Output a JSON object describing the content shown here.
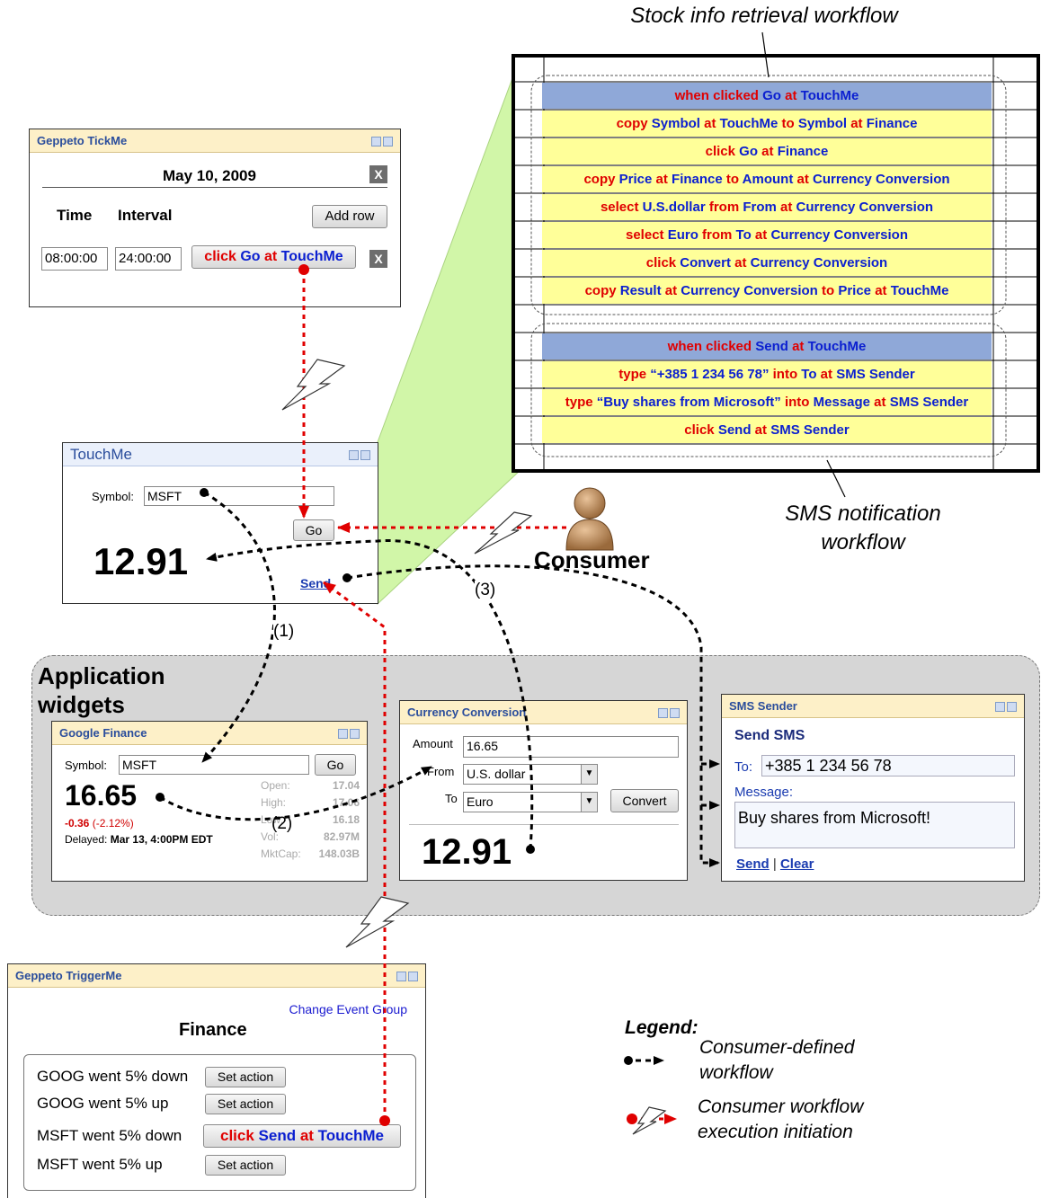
{
  "captions": {
    "stock_workflow": "Stock info retrieval workflow",
    "sms_workflow_line1": "SMS notification",
    "sms_workflow_line2": "workflow",
    "app_widgets_line1": "Application",
    "app_widgets_line2": "widgets",
    "consumer": "Consumer",
    "step1": "(1)",
    "step2": "(2)",
    "step3": "(3)"
  },
  "workflow_rows": [
    {
      "parts": [
        [
          "when clicked ",
          "r"
        ],
        [
          "Go",
          "b"
        ],
        [
          " at ",
          "r"
        ],
        [
          "TouchMe",
          "b"
        ]
      ]
    },
    {
      "parts": [
        [
          "copy ",
          "r"
        ],
        [
          "Symbol",
          "b"
        ],
        [
          " at ",
          "r"
        ],
        [
          "TouchMe",
          "b"
        ],
        [
          " to ",
          "r"
        ],
        [
          "Symbol",
          "b"
        ],
        [
          " at ",
          "r"
        ],
        [
          "Finance",
          "b"
        ]
      ]
    },
    {
      "parts": [
        [
          "click ",
          "r"
        ],
        [
          "Go",
          "b"
        ],
        [
          " at ",
          "r"
        ],
        [
          "Finance",
          "b"
        ]
      ]
    },
    {
      "parts": [
        [
          "copy ",
          "r"
        ],
        [
          "Price",
          "b"
        ],
        [
          " at ",
          "r"
        ],
        [
          "Finance",
          "b"
        ],
        [
          " to ",
          "r"
        ],
        [
          "Amount",
          "b"
        ],
        [
          " at ",
          "r"
        ],
        [
          "Currency Conversion",
          "b"
        ]
      ]
    },
    {
      "parts": [
        [
          "select ",
          "r"
        ],
        [
          "U.S.dollar",
          "b"
        ],
        [
          " from ",
          "r"
        ],
        [
          "From",
          "b"
        ],
        [
          " at ",
          "r"
        ],
        [
          "Currency Conversion",
          "b"
        ]
      ]
    },
    {
      "parts": [
        [
          "select ",
          "r"
        ],
        [
          "Euro",
          "b"
        ],
        [
          " from ",
          "r"
        ],
        [
          "To",
          "b"
        ],
        [
          " at ",
          "r"
        ],
        [
          "Currency Conversion",
          "b"
        ]
      ]
    },
    {
      "parts": [
        [
          "click ",
          "r"
        ],
        [
          "Convert",
          "b"
        ],
        [
          " at ",
          "r"
        ],
        [
          "Currency Conversion",
          "b"
        ]
      ]
    },
    {
      "parts": [
        [
          "copy ",
          "r"
        ],
        [
          "Result",
          "b"
        ],
        [
          " at ",
          "r"
        ],
        [
          "Currency Conversion",
          "b"
        ],
        [
          " to ",
          "r"
        ],
        [
          "Price",
          "b"
        ],
        [
          " at ",
          "r"
        ],
        [
          "TouchMe",
          "b"
        ]
      ]
    },
    {
      "parts": []
    },
    {
      "parts": [
        [
          "when clicked ",
          "r"
        ],
        [
          "Send",
          "b"
        ],
        [
          " at ",
          "r"
        ],
        [
          "TouchMe",
          "b"
        ]
      ]
    },
    {
      "parts": [
        [
          "type ",
          "r"
        ],
        [
          "“+385 1 234 56 78”",
          "b"
        ],
        [
          " into ",
          "r"
        ],
        [
          "To",
          "b"
        ],
        [
          " at ",
          "r"
        ],
        [
          "SMS Sender",
          "b"
        ]
      ]
    },
    {
      "parts": [
        [
          "type ",
          "r"
        ],
        [
          "“Buy shares from Microsoft”",
          "b"
        ],
        [
          " into ",
          "r"
        ],
        [
          "Message",
          "b"
        ],
        [
          " at ",
          "r"
        ],
        [
          "SMS Sender",
          "b"
        ]
      ]
    },
    {
      "parts": [
        [
          "click ",
          "r"
        ],
        [
          "Send",
          "b"
        ],
        [
          " at ",
          "r"
        ],
        [
          "SMS Sender",
          "b"
        ]
      ]
    }
  ],
  "tickme": {
    "title": "Geppeto TickMe",
    "date": "May 10, 2009",
    "col_time": "Time",
    "col_interval": "Interval",
    "add_row": "Add row",
    "time_value": "08:00:00",
    "interval_value": "24:00:00",
    "action_click": "click ",
    "action_go": "Go",
    "action_at": " at ",
    "action_target": "TouchMe",
    "x": "X"
  },
  "touchme": {
    "title": "TouchMe",
    "symbol_label": "Symbol:",
    "symbol_value": "MSFT",
    "go": "Go",
    "price": "12.91",
    "send": "Send"
  },
  "finance": {
    "title": "Google Finance",
    "symbol_label": "Symbol:",
    "symbol_value": "MSFT",
    "go": "Go",
    "price": "16.65",
    "change": "-0.36",
    "change_pct": "(-2.12%)",
    "delayed_label": "Delayed:",
    "delayed_value": "Mar 13, 4:00PM EDT",
    "stats": [
      {
        "label": "Open:",
        "value": "17.04"
      },
      {
        "label": "High:",
        "value": "17.06"
      },
      {
        "label": "Low:",
        "value": "16.18"
      },
      {
        "label": "Vol:",
        "value": "82.97M"
      },
      {
        "label": "MktCap:",
        "value": "148.03B"
      }
    ]
  },
  "currency": {
    "title": "Currency Conversion",
    "amount_label": "Amount",
    "amount_value": "16.65",
    "from_label": "From",
    "from_value": "U.S. dollar",
    "to_label": "To",
    "to_value": "Euro",
    "convert": "Convert",
    "result": "12.91"
  },
  "sms": {
    "title": "SMS Sender",
    "heading": "Send SMS",
    "to_label": "To:",
    "to_value": "+385 1 234 56 78",
    "message_label": "Message:",
    "message_value": "Buy shares from Microsoft!",
    "send": "Send",
    "sep": "|",
    "clear": "Clear"
  },
  "triggerme": {
    "title": "Geppeto TriggerMe",
    "change_group": "Change Event Group",
    "group": "Finance",
    "set_action": "Set action",
    "events": [
      {
        "label": "GOOG went 5% down"
      },
      {
        "label": "GOOG went 5% up"
      },
      {
        "label": "MSFT went 5% down"
      },
      {
        "label": "MSFT went 5% up"
      }
    ],
    "action_click": "click ",
    "action_send": "Send",
    "action_at": " at ",
    "action_target": "TouchMe"
  },
  "legend": {
    "title": "Legend:",
    "item1_line1": "Consumer-defined",
    "item1_line2": "workflow",
    "item2_line1": "Consumer workflow",
    "item2_line2": "execution initiation"
  },
  "colors": {
    "red": "#e00000",
    "blue": "#0b1fd0",
    "yellow": "#ffff99",
    "header_blue": "#8fa8d8",
    "green": "#b4f07a"
  }
}
